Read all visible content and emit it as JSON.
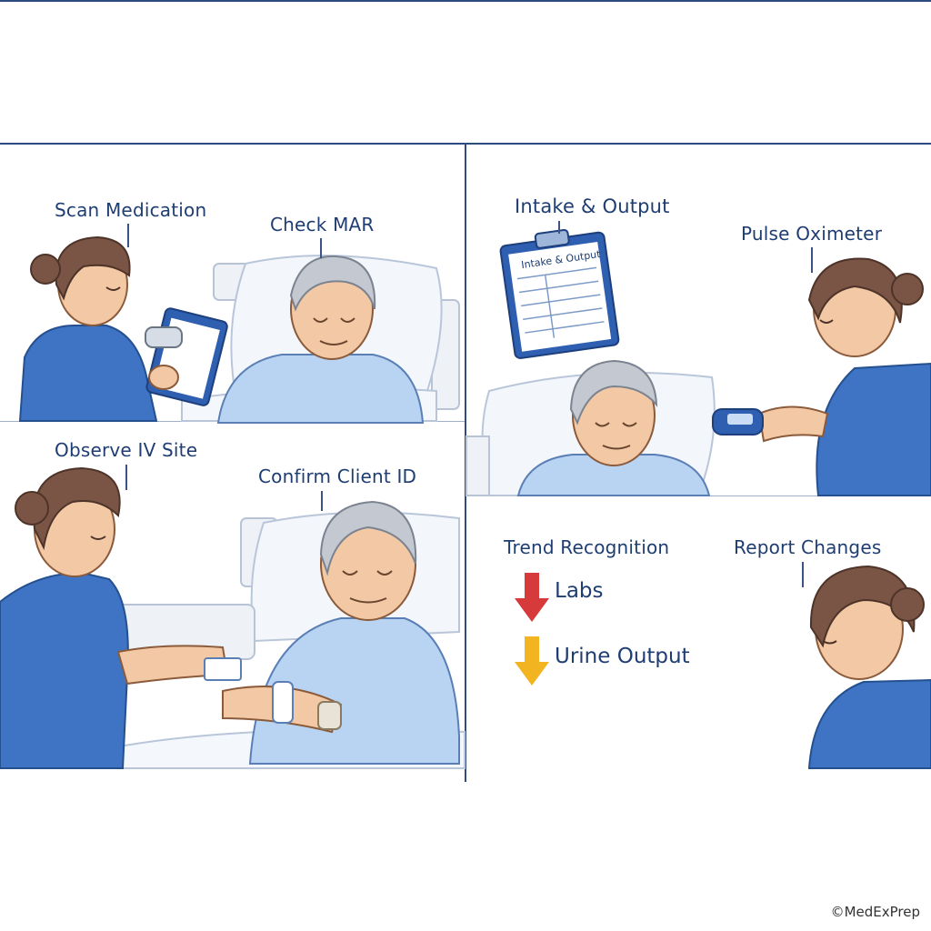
{
  "panels": {
    "scan_medication": "Scan Medication",
    "check_mar": "Check MAR",
    "intake_output": "Intake & Output",
    "clipboard_title": "Intake & Output",
    "pulse_oximeter": "Pulse Oximeter",
    "observe_iv": "Observe IV Site",
    "confirm_id": "Confirm Client ID",
    "trend_recognition": "Trend Recognition",
    "report_changes": "Report Changes"
  },
  "trends": [
    {
      "label": "Labs",
      "direction": "down",
      "color": "#d63a3a"
    },
    {
      "label": "Urine Output",
      "direction": "down",
      "color": "#f2b521"
    }
  ],
  "footer": {
    "copyright": "©MedExPrep"
  },
  "colors": {
    "frame": "#2d4b7e",
    "scrubs": "#3f74c4",
    "text": "#1e3d72"
  }
}
